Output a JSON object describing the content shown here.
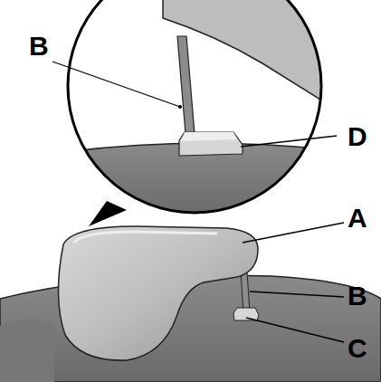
{
  "diagram": {
    "labels": [
      "B",
      "D",
      "A",
      "B",
      "C"
    ]
  }
}
